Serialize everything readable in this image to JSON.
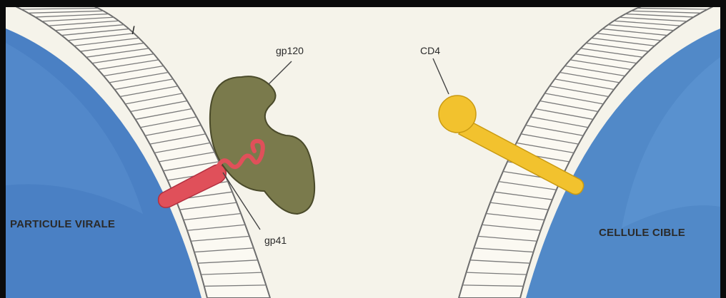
{
  "figure": {
    "panel_marker": "I",
    "labels": {
      "gp120": "gp120",
      "cd4": "CD4",
      "gp41": "gp41",
      "viral_particle": "PARTICULE VIRALE",
      "target_cell": "CELLULE CIBLE"
    },
    "colors": {
      "background": "#f5f3ea",
      "membrane_fill": "#fbf9f2",
      "membrane_line": "#6d6d6d",
      "viral_body": "#4a80c4",
      "target_body": "#5189c8",
      "gp120": "#7a7a4c",
      "gp41": "#e0505a",
      "cd4": "#f2c22e",
      "frame": "#0b0b0b"
    }
  }
}
